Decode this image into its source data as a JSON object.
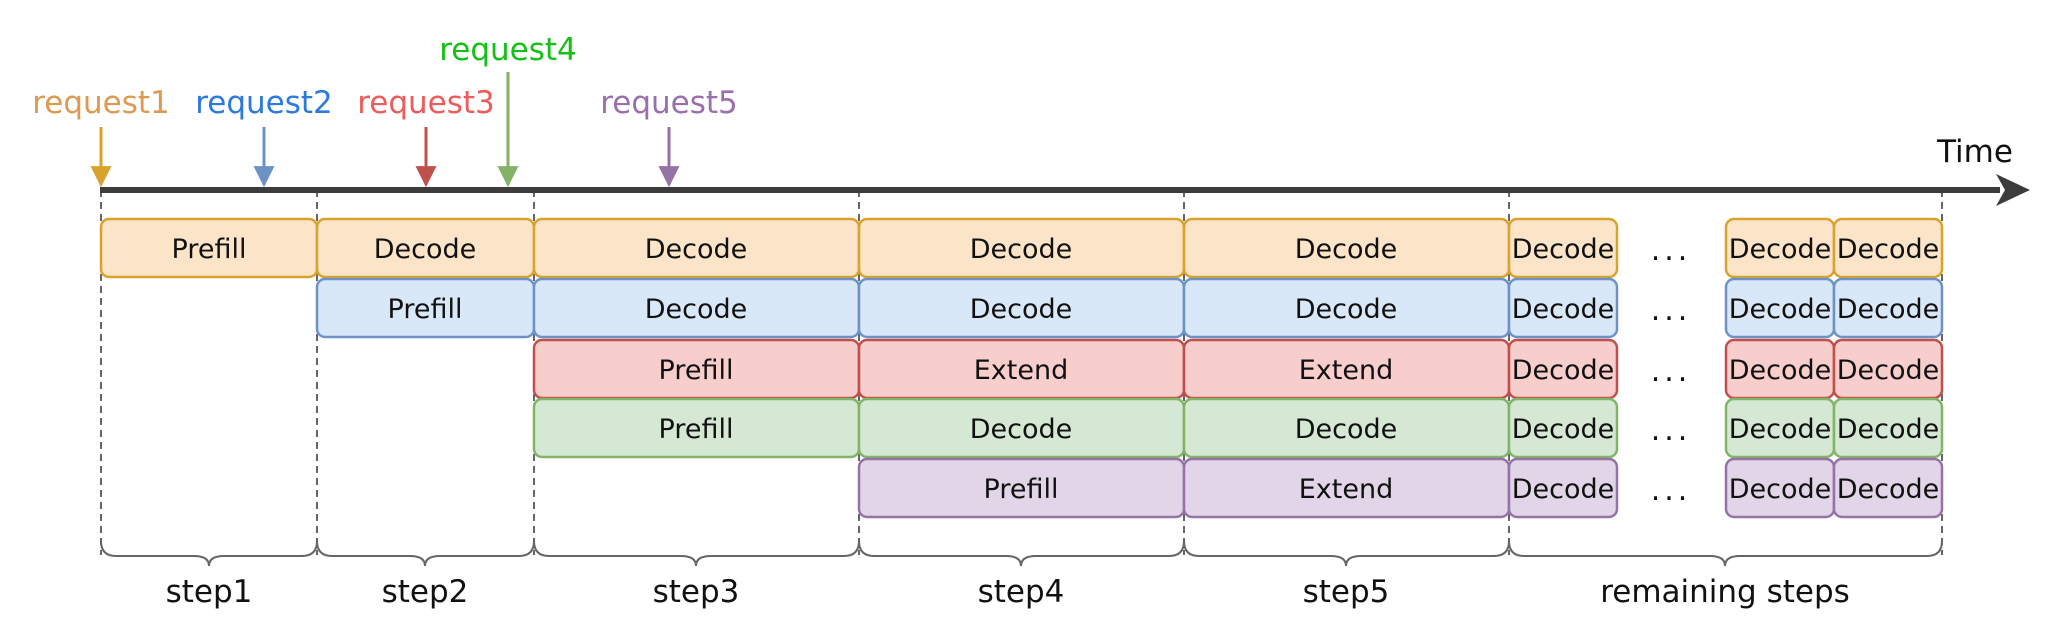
{
  "axis": {
    "label": "Time"
  },
  "colors": {
    "r1": {
      "fill": "#fce4c8",
      "stroke": "#d9a22d",
      "text": "#dc9a52",
      "arrow": "#d9a22d"
    },
    "r2": {
      "fill": "#d9e8f8",
      "stroke": "#6c92c6",
      "text": "#2c7ae0",
      "arrow": "#6c92c6"
    },
    "r3": {
      "fill": "#f7cecb",
      "stroke": "#c0504d",
      "text": "#ef5b5b",
      "arrow": "#c0504d"
    },
    "r4": {
      "fill": "#d5e8d4",
      "stroke": "#82b366",
      "text": "#16c016",
      "arrow": "#82b366"
    },
    "r5": {
      "fill": "#e1d5e7",
      "stroke": "#9673a6",
      "text": "#9a6fad",
      "arrow": "#9673a6"
    }
  },
  "requests": [
    {
      "id": "r1",
      "label": "request1"
    },
    {
      "id": "r2",
      "label": "request2"
    },
    {
      "id": "r3",
      "label": "request3"
    },
    {
      "id": "r4",
      "label": "request4"
    },
    {
      "id": "r5",
      "label": "request5"
    }
  ],
  "steps": [
    "step1",
    "step2",
    "step3",
    "step4",
    "step5",
    "remaining steps"
  ],
  "ellipsis": "...",
  "rows": [
    {
      "request": "r1",
      "cells": [
        "Prefill",
        "Decode",
        "Decode",
        "Decode",
        "Decode",
        "Decode",
        "Decode",
        "Decode"
      ]
    },
    {
      "request": "r2",
      "cells": [
        "Prefill",
        "Decode",
        "Decode",
        "Decode",
        "Decode",
        "Decode",
        "Decode"
      ]
    },
    {
      "request": "r3",
      "cells": [
        "Prefill",
        "Extend",
        "Extend",
        "Decode",
        "Decode",
        "Decode"
      ]
    },
    {
      "request": "r4",
      "cells": [
        "Prefill",
        "Decode",
        "Decode",
        "Decode",
        "Decode",
        "Decode"
      ]
    },
    {
      "request": "r5",
      "cells": [
        "Prefill",
        "Extend",
        "Decode",
        "Decode",
        "Decode"
      ]
    }
  ]
}
